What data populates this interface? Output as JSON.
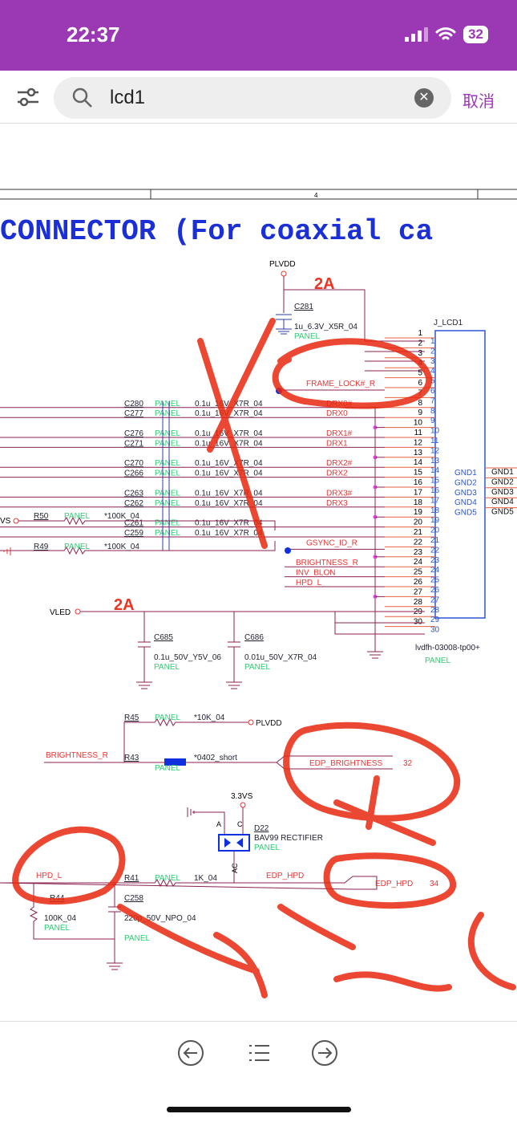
{
  "status": {
    "time": "22:37",
    "battery": "32"
  },
  "search": {
    "query": "lcd1",
    "cancel_label": "取消"
  },
  "schematic": {
    "ruler_number": "4",
    "title": "CONNECTOR (For coaxial ca",
    "plvdd": "PLVDD",
    "current_top": "2A",
    "current_vled": "2A",
    "c281": "C281",
    "c281_val": "1u_6.3V_X5R_04",
    "panel": "PANEL",
    "conn_ref": "J_LCD1",
    "conn_part": "lvdfh-03008-tp00+",
    "pins": [
      "1",
      "2",
      "3",
      "4",
      "5",
      "6",
      "7",
      "8",
      "9",
      "10",
      "11",
      "12",
      "13",
      "14",
      "15",
      "16",
      "17",
      "18",
      "19",
      "20",
      "21",
      "22",
      "23",
      "24",
      "25",
      "26",
      "27",
      "28",
      "29",
      "30"
    ],
    "caps": [
      {
        "ref": "C280",
        "val": "0.1u_16V_X7R_04",
        "pin": 8
      },
      {
        "ref": "C277",
        "val": "0.1u_16V_X7R_04",
        "pin": 9
      },
      {
        "ref": "C276",
        "val": "0.1u_16V_X7R_04",
        "pin": 11
      },
      {
        "ref": "C271",
        "val": "0.1u_16V_X7R_04",
        "pin": 12
      },
      {
        "ref": "C270",
        "val": "0.1u_16V_X7R_04",
        "pin": 14
      },
      {
        "ref": "C266",
        "val": "0.1u_16V_X7R_04",
        "pin": 15
      },
      {
        "ref": "C263",
        "val": "0.1u_16V_X7R_04",
        "pin": 17
      },
      {
        "ref": "C262",
        "val": "0.1u_16V_X7R_04",
        "pin": 18
      },
      {
        "ref": "C261",
        "val": "0.1u_16V_X7R_04",
        "pin": 20
      },
      {
        "ref": "C259",
        "val": "0.1u_16V_X7R_04",
        "pin": 21
      }
    ],
    "signals": [
      {
        "name": "FRAME_LOCK#_R",
        "pin": 6
      },
      {
        "name": "DRX0#",
        "pin": 8
      },
      {
        "name": "DRX0",
        "pin": 9
      },
      {
        "name": "DRX1#",
        "pin": 11
      },
      {
        "name": "DRX1",
        "pin": 12
      },
      {
        "name": "DRX2#",
        "pin": 14
      },
      {
        "name": "DRX2",
        "pin": 15
      },
      {
        "name": "DRX3#",
        "pin": 17
      },
      {
        "name": "DRX3",
        "pin": 18
      },
      {
        "name": "GSYNC_ID_R",
        "pin": 22
      },
      {
        "name": "BRIGHTNESS_R",
        "pin": 24
      },
      {
        "name": "INV_BLON",
        "pin": 25
      },
      {
        "name": "HPD_L",
        "pin": 26
      }
    ],
    "gnd_in": [
      "GND1",
      "GND2",
      "GND3",
      "GND4",
      "GND5"
    ],
    "gnd_out": [
      "GND1",
      "GND2",
      "GND3",
      "GND4",
      "GND5"
    ],
    "r50": "R50",
    "r50_val": "*100K_04",
    "r49": "R49",
    "r49_val": "*100K_04",
    "vs_label": "VS",
    "vled": "VLED",
    "c685": "C685",
    "c685_val": "0.1u_50V_Y5V_06",
    "c686": "C686",
    "c686_val": "0.01u_50V_X7R_04",
    "r45": "R45",
    "r45_val": "*10K_04",
    "plvdd2": "PLVDD",
    "brightness_r": "BRIGHTNESS_R",
    "r43": "R43",
    "r43_val": "*0402_short",
    "edp_brightness": "EDP_BRIGHTNESS",
    "edp_brightness_page": "32",
    "v33": "3.3VS",
    "d22": "D22",
    "d22_val": "BAV99 RECTIFIER",
    "pin_a": "A",
    "pin_c": "C",
    "pin_ac": "AC",
    "hpd_l": "HPD_L",
    "r41": "R41",
    "r41_val": "1K_04",
    "edp_hpd_net": "EDP_HPD",
    "edp_hpd": "EDP_HPD",
    "edp_hpd_page": "34",
    "r44": "R44",
    "r44_val": "100K_04",
    "c258": "C258",
    "c258_val": "220p_50V_NPO_04"
  },
  "nav": {
    "prev": "previous-result",
    "list": "outline",
    "next": "next-result"
  }
}
